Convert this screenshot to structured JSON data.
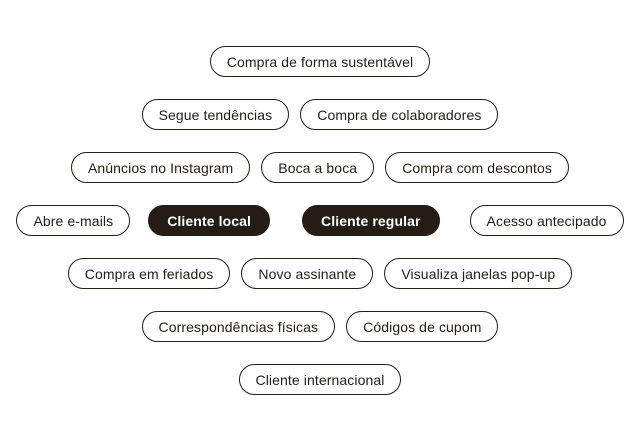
{
  "colors": {
    "canvas_bg": "#ffffff",
    "pill_border": "#241c15",
    "pill_text": "#241c15",
    "pill_selected_bg": "#241c15",
    "pill_selected_text": "#ffffff"
  },
  "rows": [
    {
      "items": [
        {
          "label": "Compra de forma sustentável",
          "selected": false
        }
      ]
    },
    {
      "items": [
        {
          "label": "Segue tendências",
          "selected": false
        },
        {
          "label": "Compra de colaboradores",
          "selected": false
        }
      ]
    },
    {
      "items": [
        {
          "label": "Anúncios no Instagram",
          "selected": false
        },
        {
          "label": "Boca a boca",
          "selected": false
        },
        {
          "label": "Compra com descontos",
          "selected": false
        }
      ]
    },
    {
      "items": [
        {
          "label": "Abre e-mails",
          "selected": false
        },
        {
          "label": "Cliente local",
          "selected": true
        },
        {
          "label": "Cliente regular",
          "selected": true
        },
        {
          "label": "Acesso antecipado",
          "selected": false
        }
      ]
    },
    {
      "items": [
        {
          "label": "Compra em feriados",
          "selected": false
        },
        {
          "label": "Novo assinante",
          "selected": false
        },
        {
          "label": "Visualiza janelas pop-up",
          "selected": false
        }
      ]
    },
    {
      "items": [
        {
          "label": "Correspondências físicas",
          "selected": false
        },
        {
          "label": "Códigos de cupom",
          "selected": false
        }
      ]
    },
    {
      "items": [
        {
          "label": "Cliente internacional",
          "selected": false
        }
      ]
    }
  ]
}
